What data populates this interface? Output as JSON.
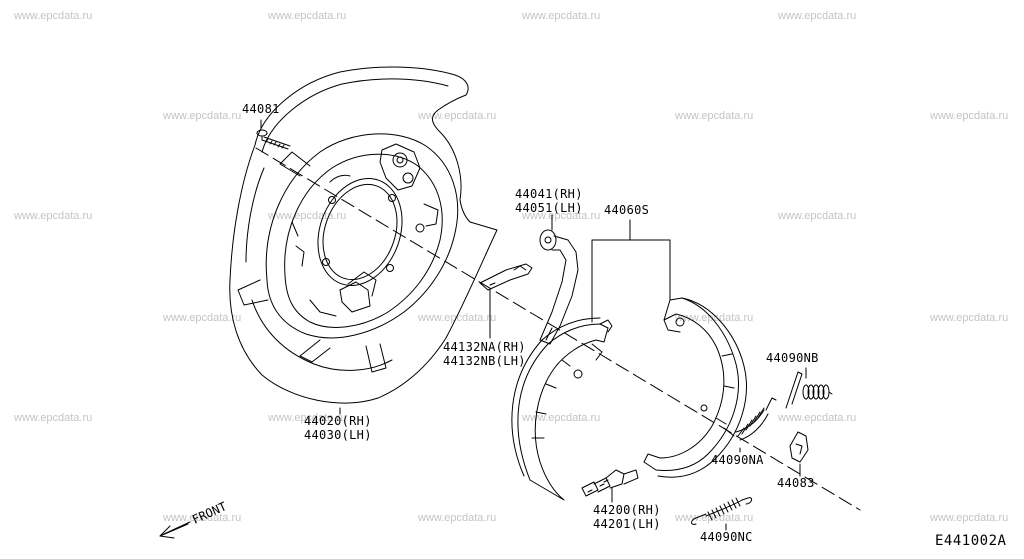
{
  "watermark": "www.epcdata.ru",
  "figure_code": "E441002A",
  "front_label": "FRONT",
  "parts": [
    {
      "id": "bolt",
      "lines": [
        "44081"
      ]
    },
    {
      "id": "back-plate",
      "lines": [
        "44020(RH)",
        "44030(LH)"
      ]
    },
    {
      "id": "toggle-lever",
      "lines": [
        "44041(RH)",
        "44051(LH)"
      ]
    },
    {
      "id": "shoe-set",
      "lines": [
        "44060S"
      ]
    },
    {
      "id": "strut",
      "lines": [
        "44132NA(RH)",
        "44132NB(LH)"
      ]
    },
    {
      "id": "upper-spring",
      "lines": [
        "44090NB"
      ]
    },
    {
      "id": "return-spring",
      "lines": [
        "44090NA"
      ]
    },
    {
      "id": "clip",
      "lines": [
        "44083"
      ]
    },
    {
      "id": "adjuster",
      "lines": [
        "44200(RH)",
        "44201(LH)"
      ]
    },
    {
      "id": "lower-spring",
      "lines": [
        "44090NC"
      ]
    }
  ]
}
